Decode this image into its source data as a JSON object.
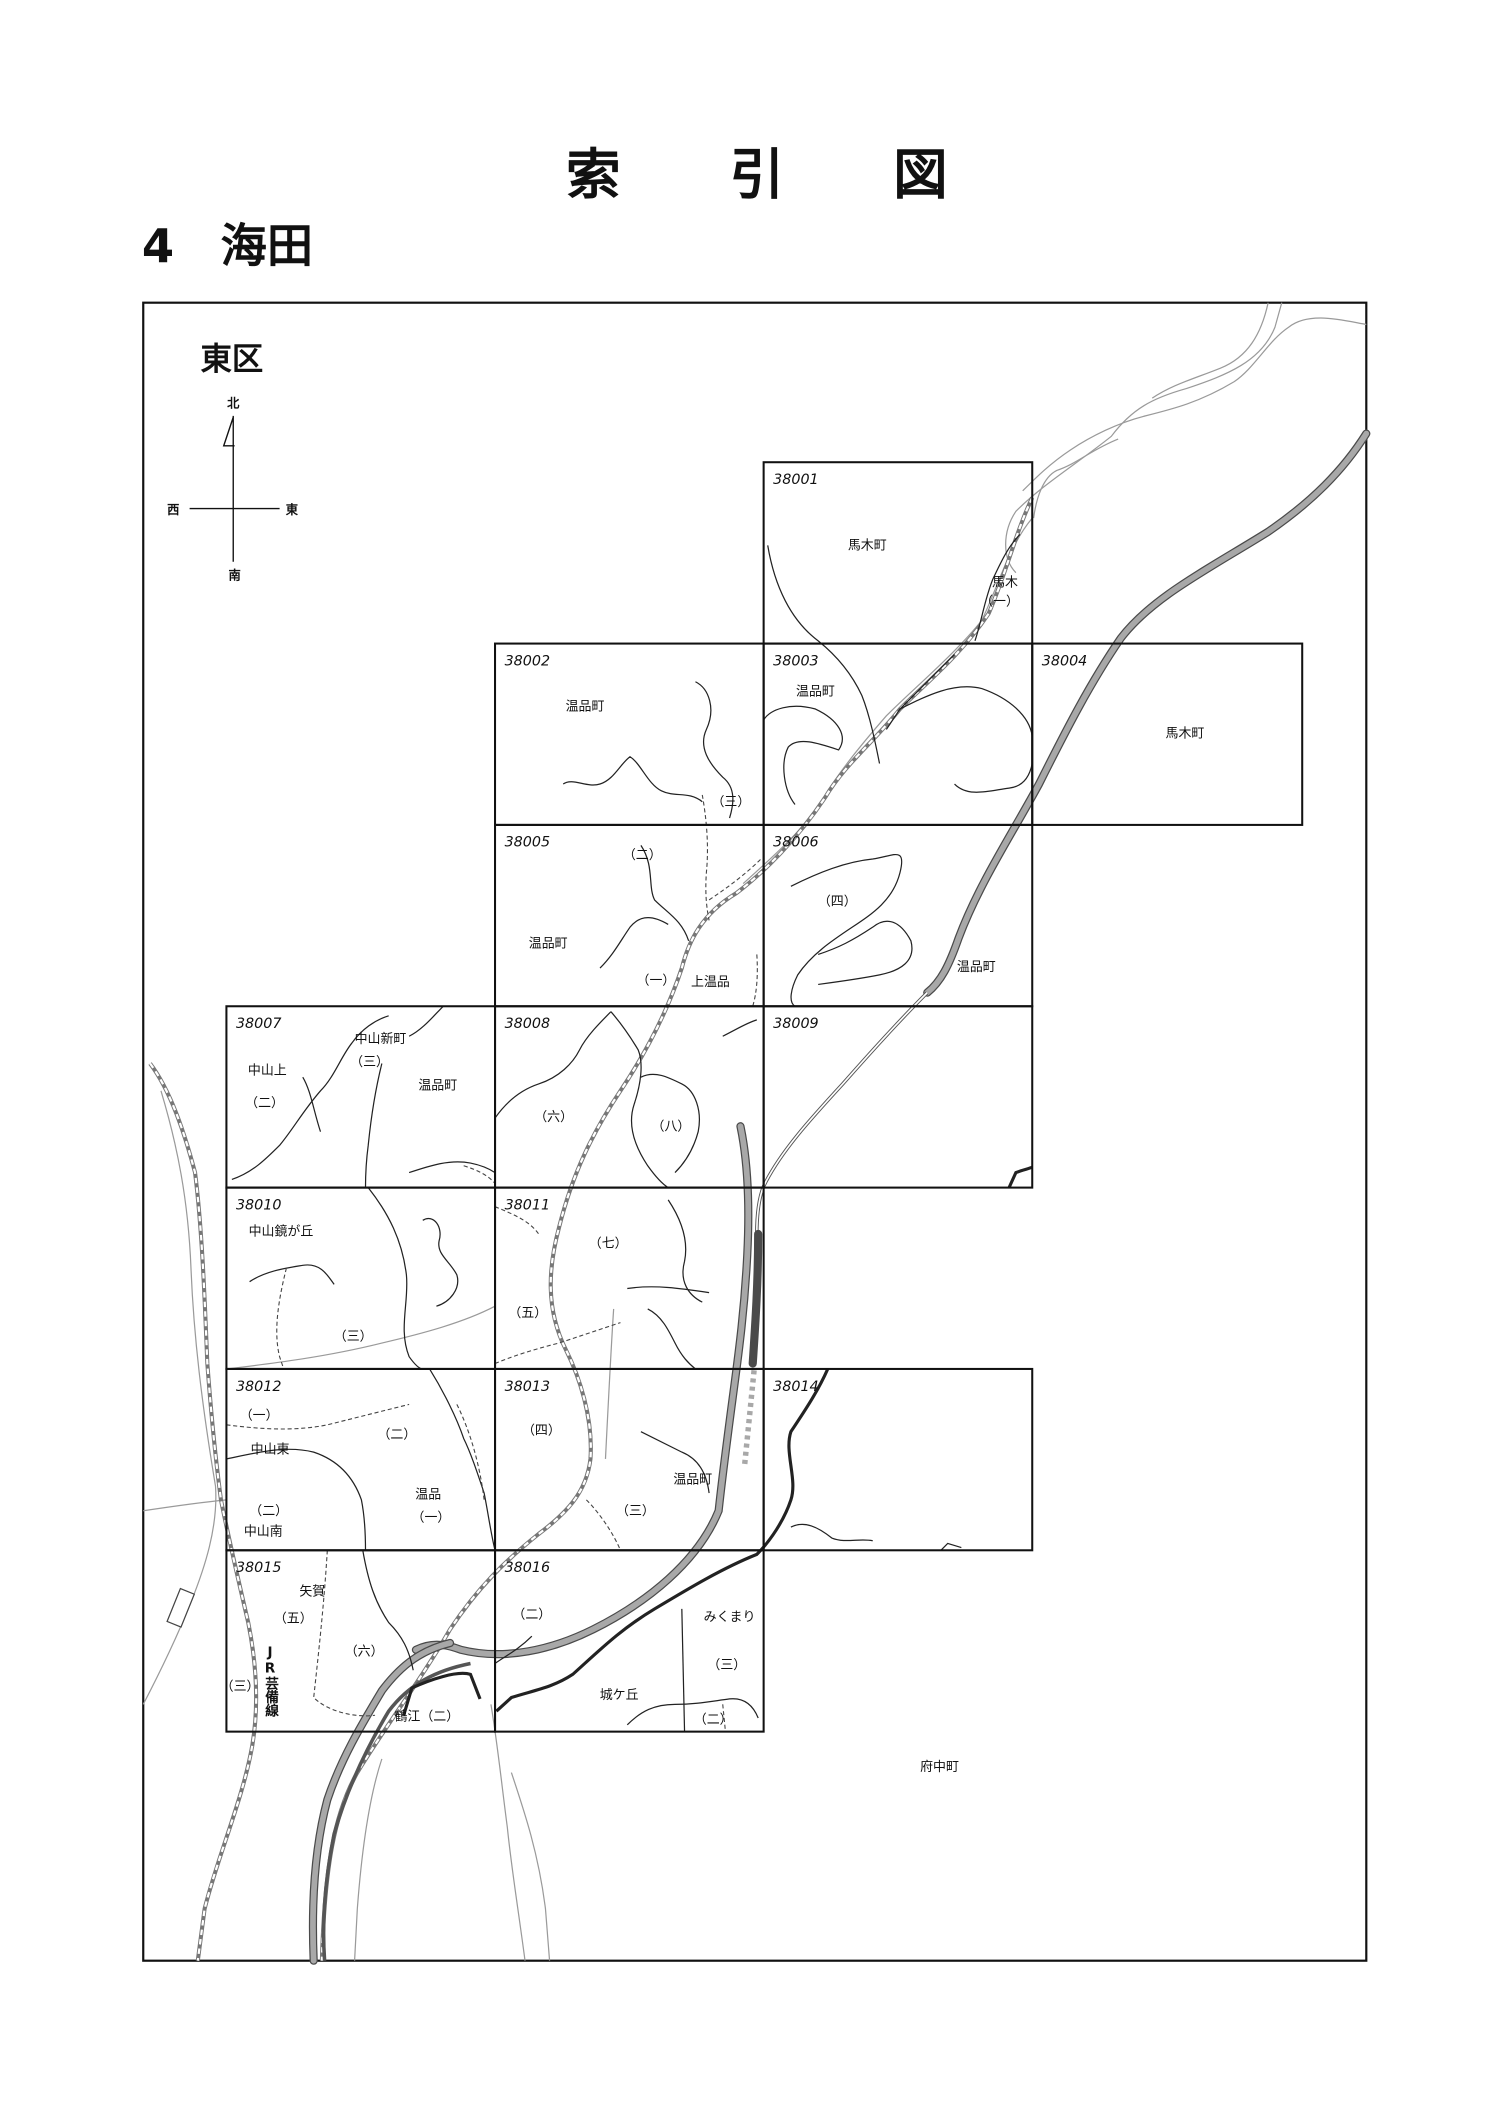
{
  "header": {
    "title": "索　　引　　図",
    "section": "4　海田"
  },
  "map": {
    "district": "東区",
    "compass": {
      "north": "北",
      "east": "東",
      "west": "西",
      "south": "南"
    },
    "sheets": [
      "38001",
      "38002",
      "38003",
      "38004",
      "38005",
      "38006",
      "38007",
      "38008",
      "38009",
      "38010",
      "38011",
      "38012",
      "38013",
      "38014",
      "38015",
      "38016"
    ],
    "labels": {
      "sheet_38001": [
        "馬木町",
        "馬木",
        "（一）"
      ],
      "sheet_38002": [
        "温品町",
        "（三）"
      ],
      "sheet_38003": [
        "温品町"
      ],
      "sheet_38004": [
        "馬木町"
      ],
      "sheet_38005": [
        "（二）",
        "温品町",
        "（一）",
        "上温品"
      ],
      "sheet_38006": [
        "（四）",
        "温品町"
      ],
      "sheet_38007": [
        "中山新町",
        "（三）",
        "中山上",
        "（二）",
        "温品町"
      ],
      "sheet_38008": [
        "（六）",
        "（八）"
      ],
      "sheet_38010": [
        "中山鏡が丘",
        "（三）"
      ],
      "sheet_38011": [
        "（七）",
        "（五）"
      ],
      "sheet_38012": [
        "（一）",
        "（二）",
        "中山東",
        "温品",
        "（一）",
        "（二）",
        "中山南"
      ],
      "sheet_38013": [
        "（四）",
        "温品町",
        "（三）"
      ],
      "sheet_38015": [
        "矢賀",
        "（五）",
        "（六）",
        "（三）",
        "鶴江（二）"
      ],
      "sheet_38016": [
        "（二）",
        "みくまり",
        "（三）",
        "城ケ丘",
        "（二）"
      ],
      "outside": [
        "府中町"
      ]
    },
    "rail_label": "JR芸備線"
  }
}
